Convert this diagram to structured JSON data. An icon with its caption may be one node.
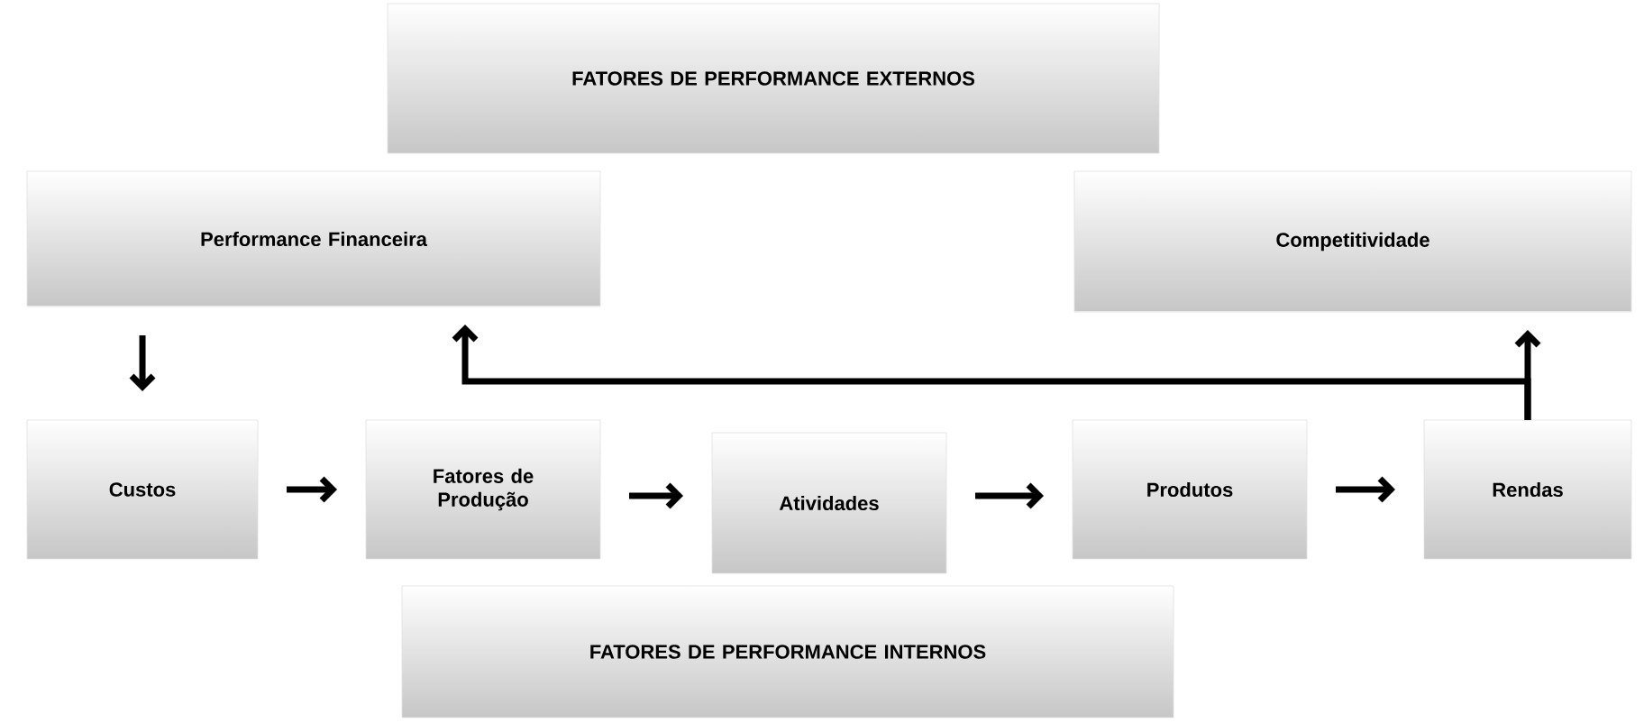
{
  "diagram": {
    "nodes": [
      {
        "text": [
          "FATORES DE PERFORMANCE EXTERNOS"
        ]
      },
      {
        "text": [
          "Performance Financeira"
        ]
      },
      {
        "text": [
          "Competitividade"
        ]
      },
      {
        "text": [
          "Custos"
        ]
      },
      {
        "text": [
          "Fatores de Produção"
        ]
      },
      {
        "text": [
          "Atividades"
        ]
      },
      {
        "text": [
          "Produtos"
        ]
      },
      {
        "text": [
          "Rendas"
        ]
      },
      {
        "text": [
          "FATORES DE PERFORMANCE INTERNOS"
        ]
      }
    ],
    "edges": [
      {
        "from": 1,
        "to": 3,
        "arrow": "to"
      },
      {
        "from": 3,
        "to": 4,
        "arrow": "to"
      },
      {
        "from": 4,
        "to": 5,
        "arrow": "to"
      },
      {
        "from": 5,
        "to": 6,
        "arrow": "to"
      },
      {
        "from": 6,
        "to": 7,
        "arrow": "to"
      },
      {
        "from": 7,
        "to": 1,
        "arrow": "to"
      },
      {
        "from": 7,
        "to": 2,
        "arrow": "to"
      }
    ]
  }
}
